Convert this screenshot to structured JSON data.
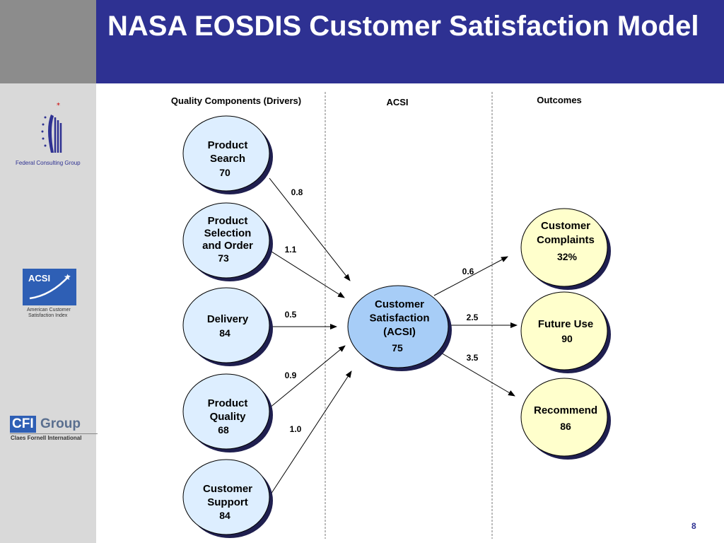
{
  "title": "NASA EOSDIS Customer Satisfaction Model",
  "logos": {
    "fcg": "Federal Consulting Group",
    "acsi_line1": "ACSI",
    "acsi_line2": "American Customer",
    "acsi_line3": "Satisfaction Index",
    "cfi_part1": "CFI",
    "cfi_part2": "Group",
    "cfi_sub": "Claes Fornell International"
  },
  "columns": {
    "drivers": "Quality Components (Drivers)",
    "acsi": "ACSI",
    "outcomes": "Outcomes"
  },
  "drivers": [
    {
      "lines": [
        "Product",
        "Search"
      ],
      "score": "70",
      "weight": "0.8"
    },
    {
      "lines": [
        "Product",
        "Selection",
        "and Order"
      ],
      "score": "73",
      "weight": "1.1"
    },
    {
      "lines": [
        "Delivery"
      ],
      "score": "84",
      "weight": "0.5"
    },
    {
      "lines": [
        "Product",
        "Quality"
      ],
      "score": "68",
      "weight": "0.9"
    },
    {
      "lines": [
        "Customer",
        "Support"
      ],
      "score": "84",
      "weight": "1.0"
    }
  ],
  "center": {
    "lines": [
      "Customer",
      "Satisfaction",
      "(ACSI)"
    ],
    "score": "75"
  },
  "outcomes": [
    {
      "lines": [
        "Customer",
        "Complaints"
      ],
      "score": "32%",
      "weight": "0.6"
    },
    {
      "lines": [
        "Future Use"
      ],
      "score": "90",
      "weight": "2.5"
    },
    {
      "lines": [
        "Recommend"
      ],
      "score": "86",
      "weight": "3.5"
    }
  ],
  "colors": {
    "title_bar": "#2e3192",
    "driver_fill": "#ddeeff",
    "center_fill": "#a7cdf7",
    "outcome_fill": "#ffffcc",
    "shadow": "#1f1f4f"
  },
  "page_number": "8"
}
